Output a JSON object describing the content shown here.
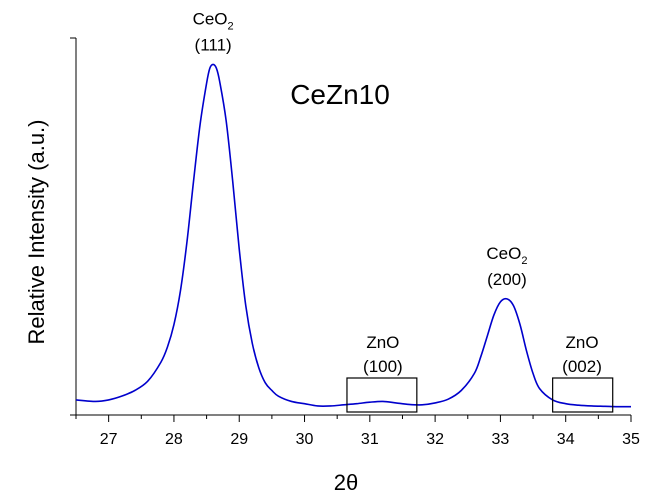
{
  "chart_data": {
    "type": "line",
    "title": "CeZn10",
    "xlabel": "2θ",
    "ylabel": "Relative Intensity (a.u.)",
    "xlim": [
      26.5,
      35
    ],
    "ylim": [
      0,
      100
    ],
    "x_ticks": [
      27,
      28,
      29,
      30,
      31,
      32,
      33,
      34,
      35
    ],
    "y_tick_labels": false,
    "grid": false,
    "line_color": "#0000cc",
    "series": [
      {
        "x": [
          26.5,
          26.8,
          27.0,
          27.2,
          27.4,
          27.6,
          27.8,
          27.9,
          28.0,
          28.1,
          28.2,
          28.3,
          28.4,
          28.5,
          28.55,
          28.6,
          28.65,
          28.7,
          28.8,
          28.9,
          29.0,
          29.1,
          29.2,
          29.3,
          29.4,
          29.5,
          29.6,
          29.8,
          30.0,
          30.2,
          30.4,
          30.6,
          30.8,
          31.0,
          31.2,
          31.4,
          31.6,
          31.8,
          32.0,
          32.2,
          32.4,
          32.6,
          32.7,
          32.8,
          32.9,
          33.0,
          33.1,
          33.2,
          33.3,
          33.4,
          33.5,
          33.6,
          33.8,
          34.0,
          34.2,
          34.4,
          34.6,
          34.8,
          35.0
        ],
        "y": [
          4.0,
          3.6,
          4.0,
          5.0,
          6.5,
          9.0,
          14.0,
          18.0,
          24.0,
          33.0,
          46.0,
          62.0,
          77.0,
          88.0,
          92.0,
          93.0,
          92.0,
          88.5,
          78.0,
          62.0,
          44.0,
          29.0,
          19.0,
          12.5,
          8.5,
          6.5,
          5.0,
          3.6,
          3.0,
          2.4,
          2.4,
          2.7,
          3.0,
          3.4,
          3.6,
          3.2,
          2.8,
          2.7,
          3.2,
          4.2,
          6.5,
          11.0,
          15.5,
          21.0,
          26.5,
          30.0,
          30.8,
          29.0,
          24.0,
          17.0,
          11.0,
          7.0,
          4.0,
          3.0,
          2.6,
          2.4,
          2.3,
          2.2,
          2.2
        ]
      }
    ],
    "annotations": [
      {
        "formula_base": "CeO",
        "formula_sub": "2",
        "hkl": "(111)",
        "x": 28.6
      },
      {
        "formula_base": "CeO",
        "formula_sub": "2",
        "hkl": "(200)",
        "x": 33.1
      },
      {
        "formula": "ZnO",
        "hkl": "(100)",
        "x": 31.2,
        "box_x": [
          30.65,
          31.72
        ]
      },
      {
        "formula": "ZnO",
        "hkl": "(002)",
        "x": 34.25,
        "box_x": [
          33.8,
          34.72
        ]
      }
    ]
  }
}
